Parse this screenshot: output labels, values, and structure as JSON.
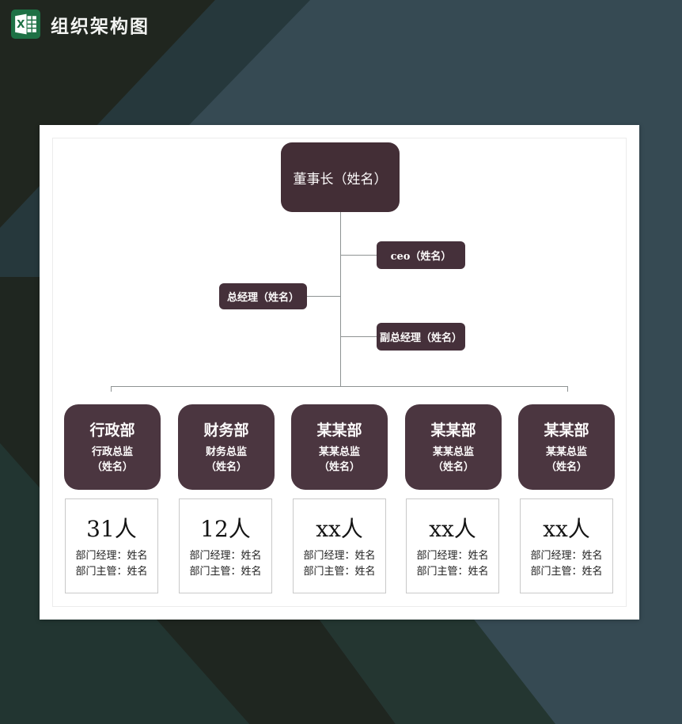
{
  "header": {
    "title": "组织架构图",
    "icon": "excel-icon"
  },
  "colors": {
    "background_slate": "#364a53",
    "background_charcoal": "#20261f",
    "background_teal": "#26383c",
    "node_plum_dark": "#432e36",
    "node_plum": "#4b3640",
    "excel_green": "#1e7145",
    "connector_gray": "#8e9393",
    "card_white": "#ffffff"
  },
  "org": {
    "root_label": "董事长（姓名）",
    "executives": [
      {
        "label": "ceo（姓名）"
      },
      {
        "label": "总经理（姓名）"
      },
      {
        "label": "副总经理（姓名）"
      }
    ],
    "departments": [
      {
        "name": "行政部",
        "director": "行政总监",
        "director_name": "（姓名）",
        "headcount": "31人",
        "manager": "部门经理：姓名",
        "supervisor": "部门主管：姓名"
      },
      {
        "name": "财务部",
        "director": "财务总监",
        "director_name": "（姓名）",
        "headcount": "12人",
        "manager": "部门经理：姓名",
        "supervisor": "部门主管：姓名"
      },
      {
        "name": "某某部",
        "director": "某某总监",
        "director_name": "（姓名）",
        "headcount": "xx人",
        "manager": "部门经理：姓名",
        "supervisor": "部门主管：姓名"
      },
      {
        "name": "某某部",
        "director": "某某总监",
        "director_name": "（姓名）",
        "headcount": "xx人",
        "manager": "部门经理：姓名",
        "supervisor": "部门主管：姓名"
      },
      {
        "name": "某某部",
        "director": "某某总监",
        "director_name": "（姓名）",
        "headcount": "xx人",
        "manager": "部门经理：姓名",
        "supervisor": "部门主管：姓名"
      }
    ]
  }
}
